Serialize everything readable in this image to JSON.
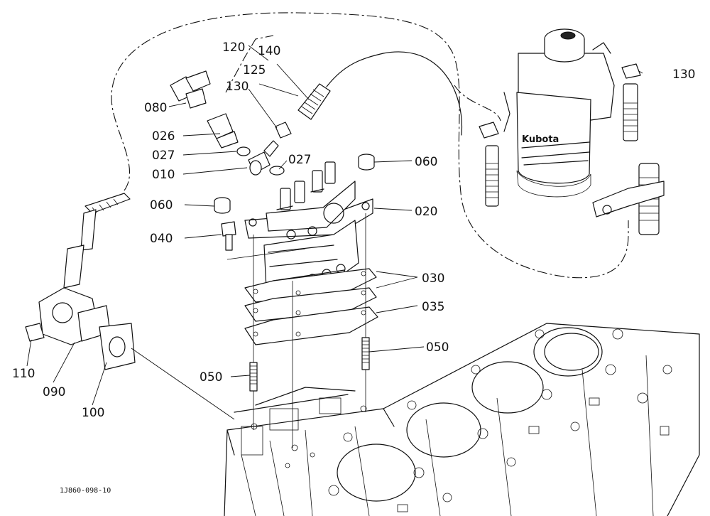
{
  "diagram": {
    "reference_code": "1J860-098-10",
    "parts": [
      {
        "id": "p120",
        "label": "120"
      },
      {
        "id": "p140",
        "label": "140"
      },
      {
        "id": "p125",
        "label": "125"
      },
      {
        "id": "p130a",
        "label": "130"
      },
      {
        "id": "p080",
        "label": "080"
      },
      {
        "id": "p026",
        "label": "026"
      },
      {
        "id": "p027a",
        "label": "027"
      },
      {
        "id": "p027b",
        "label": "027"
      },
      {
        "id": "p010",
        "label": "010"
      },
      {
        "id": "p060a",
        "label": "060"
      },
      {
        "id": "p060b",
        "label": "060"
      },
      {
        "id": "p020",
        "label": "020"
      },
      {
        "id": "p040",
        "label": "040"
      },
      {
        "id": "p030",
        "label": "030"
      },
      {
        "id": "p035",
        "label": "035"
      },
      {
        "id": "p050a",
        "label": "050"
      },
      {
        "id": "p050b",
        "label": "050"
      },
      {
        "id": "p110",
        "label": "110"
      },
      {
        "id": "p090",
        "label": "090"
      },
      {
        "id": "p100",
        "label": "100"
      },
      {
        "id": "p130b",
        "label": "130"
      }
    ],
    "filter_brand_text": "Kubota"
  }
}
